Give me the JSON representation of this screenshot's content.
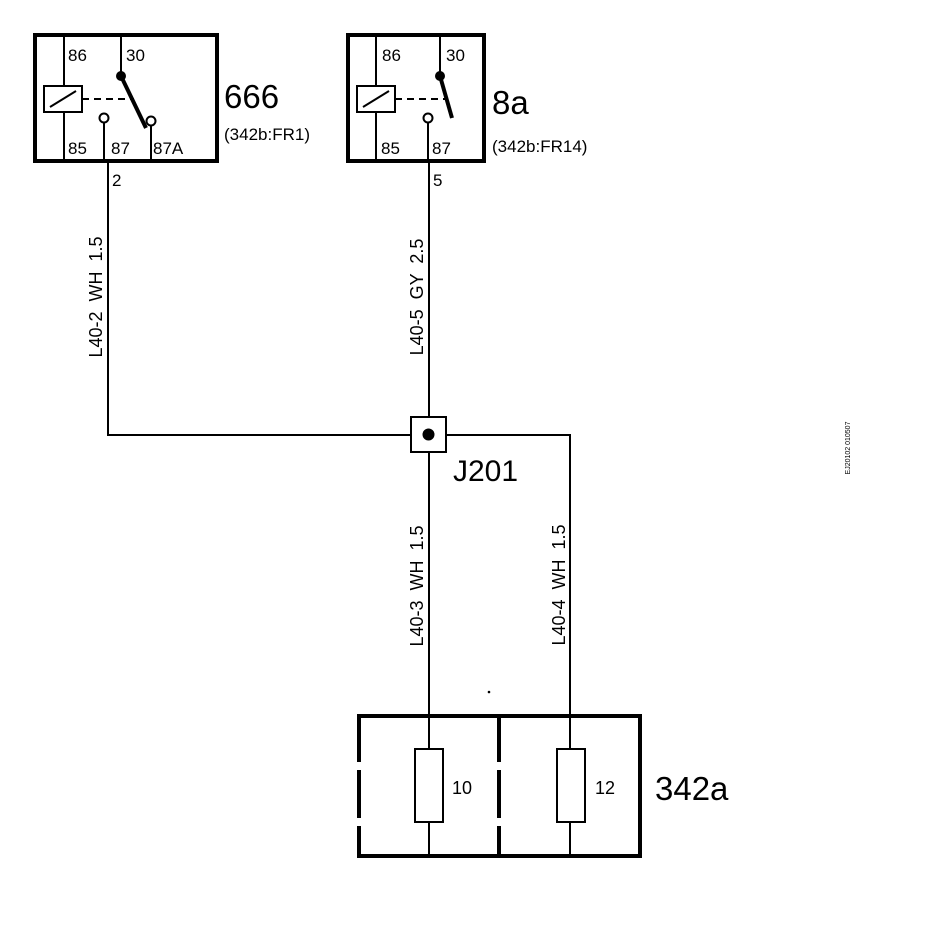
{
  "relays": [
    {
      "id": "666",
      "location": "(342b:FR1)",
      "pins": {
        "p86": "86",
        "p30": "30",
        "p85": "85",
        "p87": "87",
        "p87a": "87A"
      },
      "output_terminal": "2"
    },
    {
      "id": "8a",
      "location": "(342b:FR14)",
      "pins": {
        "p86": "86",
        "p30": "30",
        "p85": "85",
        "p87": "87"
      },
      "output_terminal": "5"
    }
  ],
  "wires": [
    {
      "code": "L40-2",
      "color": "WH",
      "size": "1.5"
    },
    {
      "code": "L40-5",
      "color": "GY",
      "size": "2.5"
    },
    {
      "code": "L40-3",
      "color": "WH",
      "size": "1.5"
    },
    {
      "code": "L40-4",
      "color": "WH",
      "size": "1.5"
    }
  ],
  "junction": {
    "id": "J201"
  },
  "fuse_box": {
    "id": "342a",
    "fuses": [
      "10",
      "12"
    ]
  },
  "drawing_id": "EJ20102 010507",
  "colors": {
    "ink": "#000000",
    "paper": "#ffffff"
  }
}
